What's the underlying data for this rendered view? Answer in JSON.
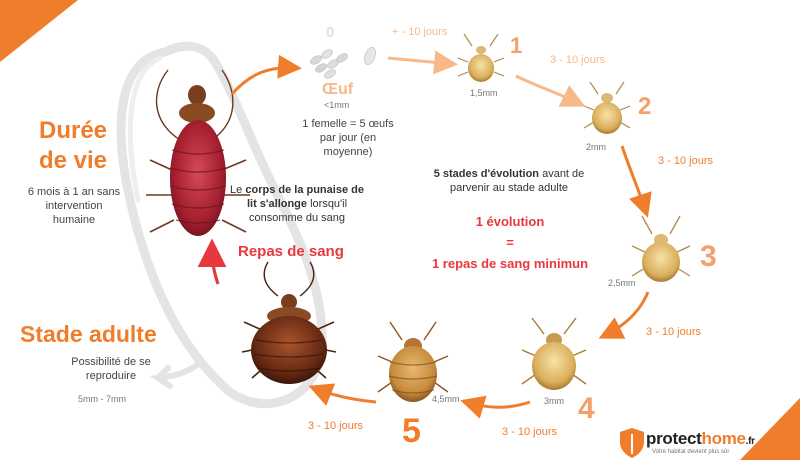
{
  "left": {
    "lifespan_title_1": "Durée",
    "lifespan_title_2": "de vie",
    "lifespan_desc": "6 mois à 1 an sans intervention humaine",
    "adult_title": "Stade adulte",
    "adult_desc": "Possibilité de se reproduire",
    "adult_size": "5mm - 7mm"
  },
  "center": {
    "body_note_pre": "Le",
    "body_note_bold": "corps de la punaise de lit s'allonge",
    "body_note_post": "lorsqu'il consomme du sang",
    "blood_meal": "Repas de sang",
    "stages_bold": "5 stades d'évolution",
    "stages_rest": "avant de parvenir au stade adulte",
    "evolution": "1 évolution",
    "equals": "=",
    "min_meal": "1 repas de sang minimun"
  },
  "egg": {
    "number": "0",
    "label": "Œuf",
    "size": "<1mm",
    "female_note": "1 femelle = 5 œufs par jour (en moyenne)"
  },
  "stages": [
    {
      "number": "1",
      "size": "1,5mm"
    },
    {
      "number": "2",
      "size": "2mm"
    },
    {
      "number": "3",
      "size": "2,5mm"
    },
    {
      "number": "4",
      "size": "3mm"
    },
    {
      "number": "5",
      "size": "4,5mm"
    }
  ],
  "durations": {
    "egg_to_1": "+ - 10 jours",
    "d_1_2": "3 - 10 jours",
    "d_2_3": "3 - 10 jours",
    "d_3_4": "3 - 10 jours",
    "d_4_5": "3 - 10 jours",
    "d_5_adult": "3 - 10 jours"
  },
  "brand": {
    "name_1": "protect",
    "name_2": "home",
    "tld": ".fr",
    "tagline": "Votre habitat devient plus sûr"
  },
  "colors": {
    "orange": "#f07d2c",
    "light_orange": "#f8b98a",
    "red": "#e8383d"
  }
}
